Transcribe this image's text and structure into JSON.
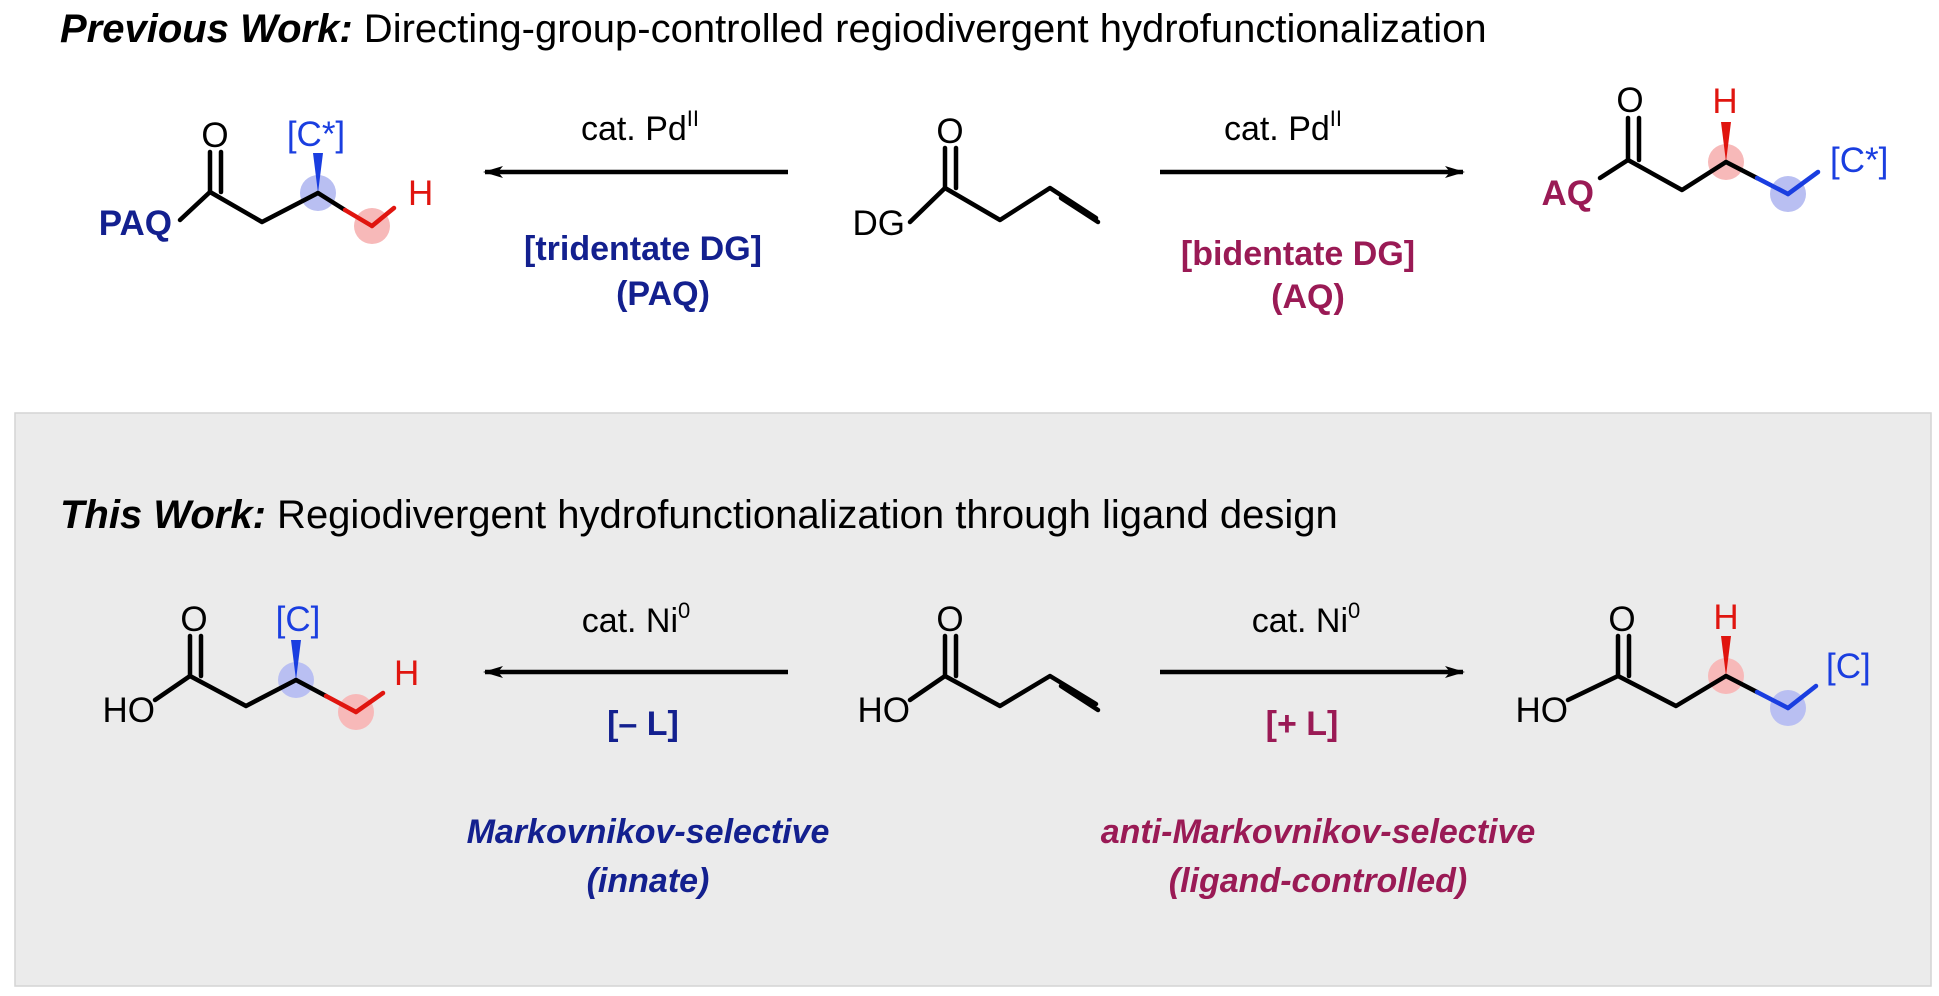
{
  "colors": {
    "blue": "#13208f",
    "bright_blue": "#1a3ee0",
    "magenta": "#9a1a55",
    "red": "#e0150f",
    "panel_bg": "#ebebeb",
    "panel_border": "#d4d4d4",
    "blue_highlight": "#b9bff2",
    "red_highlight": "#f7b9b9"
  },
  "previous_work": {
    "heading_bold": "Previous Work:",
    "heading_rest": " Directing-group-controlled regiodivergent hydrofunctionalization",
    "left_reagent": {
      "text": "cat. Pd",
      "sup": "II"
    },
    "right_reagent": {
      "text": "cat. Pd",
      "sup": "II"
    },
    "left_condition_1": "[tridentate DG]",
    "left_condition_2": "(PAQ)",
    "right_condition_1": "[bidentate DG]",
    "right_condition_2": "(AQ)",
    "substrate": {
      "carbonyl_o": "O",
      "group": "DG"
    },
    "left_product": {
      "carbonyl_o": "O",
      "group": "PAQ",
      "substituent": "[C*]",
      "hydrogen": "H"
    },
    "right_product": {
      "carbonyl_o": "O",
      "group": "AQ",
      "substituent": "[C*]",
      "hydrogen": "H"
    }
  },
  "this_work": {
    "heading_bold": "This Work:",
    "heading_rest": " Regiodivergent hydrofunctionalization through ligand design",
    "left_reagent": {
      "text": "cat. Ni",
      "sup": "0"
    },
    "right_reagent": {
      "text": "cat. Ni",
      "sup": "0"
    },
    "left_condition": "[– L]",
    "right_condition": "[+ L]",
    "substrate": {
      "carbonyl_o": "O",
      "group": "HO"
    },
    "left_product": {
      "carbonyl_o": "O",
      "group": "HO",
      "substituent": "[C]",
      "hydrogen": "H"
    },
    "right_product": {
      "carbonyl_o": "O",
      "group": "HO",
      "substituent": "[C]",
      "hydrogen": "H"
    },
    "left_selectivity_1": "Markovnikov-selective",
    "left_selectivity_2": "(innate)",
    "right_selectivity_1": "anti-Markovnikov-selective",
    "right_selectivity_2": "(ligand-controlled)"
  }
}
